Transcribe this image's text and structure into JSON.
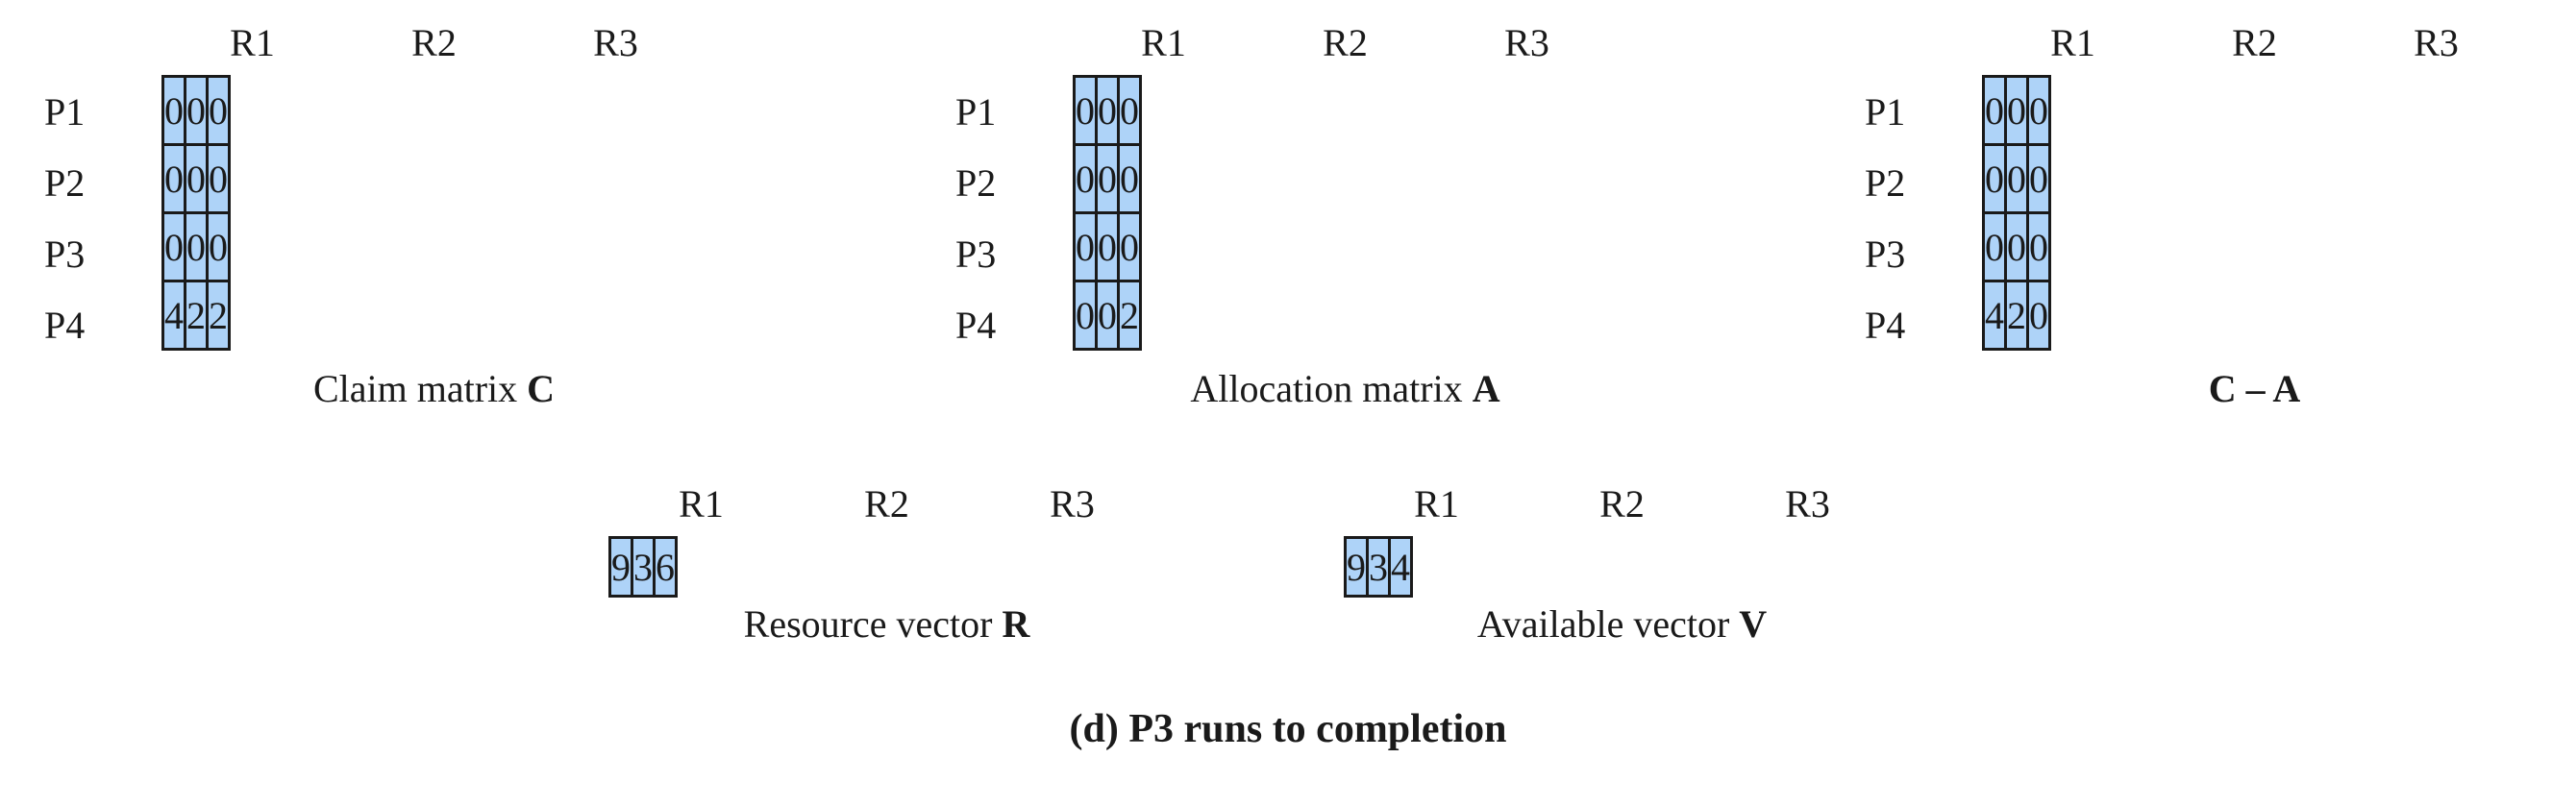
{
  "matrices": [
    {
      "columns": [
        "R1",
        "R2",
        "R3"
      ],
      "rows": [
        "P1",
        "P2",
        "P3",
        "P4"
      ],
      "cells": [
        [
          "0",
          "0",
          "0"
        ],
        [
          "0",
          "0",
          "0"
        ],
        [
          "0",
          "0",
          "0"
        ],
        [
          "4",
          "2",
          "2"
        ]
      ],
      "caption_text": "Claim matrix ",
      "caption_bold": "C"
    },
    {
      "columns": [
        "R1",
        "R2",
        "R3"
      ],
      "rows": [
        "P1",
        "P2",
        "P3",
        "P4"
      ],
      "cells": [
        [
          "0",
          "0",
          "0"
        ],
        [
          "0",
          "0",
          "0"
        ],
        [
          "0",
          "0",
          "0"
        ],
        [
          "0",
          "0",
          "2"
        ]
      ],
      "caption_text": "Allocation matrix ",
      "caption_bold": "A"
    },
    {
      "columns": [
        "R1",
        "R2",
        "R3"
      ],
      "rows": [
        "P1",
        "P2",
        "P3",
        "P4"
      ],
      "cells": [
        [
          "0",
          "0",
          "0"
        ],
        [
          "0",
          "0",
          "0"
        ],
        [
          "0",
          "0",
          "0"
        ],
        [
          "4",
          "2",
          "0"
        ]
      ],
      "caption_text": "",
      "caption_bold": "C – A"
    }
  ],
  "vectors": [
    {
      "columns": [
        "R1",
        "R2",
        "R3"
      ],
      "values": [
        "9",
        "3",
        "6"
      ],
      "caption_text": "Resource vector ",
      "caption_bold": "R"
    },
    {
      "columns": [
        "R1",
        "R2",
        "R3"
      ],
      "values": [
        "9",
        "3",
        "4"
      ],
      "caption_text": "Available vector ",
      "caption_bold": "V"
    }
  ],
  "footer": "(d) P3 runs to completion",
  "colors": {
    "cell_fill": "#aed3f8",
    "border": "#1a1a1a"
  }
}
